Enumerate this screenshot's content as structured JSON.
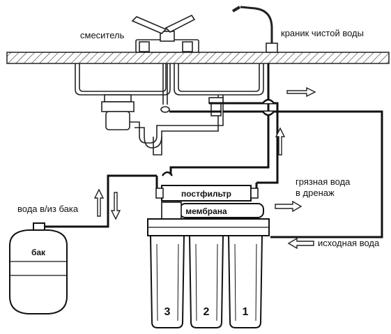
{
  "labels": {
    "mixer": "смеситель",
    "clean_tap": "краник чистой воды",
    "drain_line1": "грязная вода",
    "drain_line2": "в дренаж",
    "tank_line": "вода в/из бака",
    "source_water": "исходная вода",
    "tank": "бак",
    "postfilter": "постфильтр",
    "membrane": "мембрана"
  },
  "filters": [
    {
      "number": "3"
    },
    {
      "number": "2"
    },
    {
      "number": "1"
    }
  ],
  "colors": {
    "line": "#1a1a1a",
    "pipe": "#111111",
    "counter_hatch": "#333333",
    "background": "#ffffff"
  }
}
